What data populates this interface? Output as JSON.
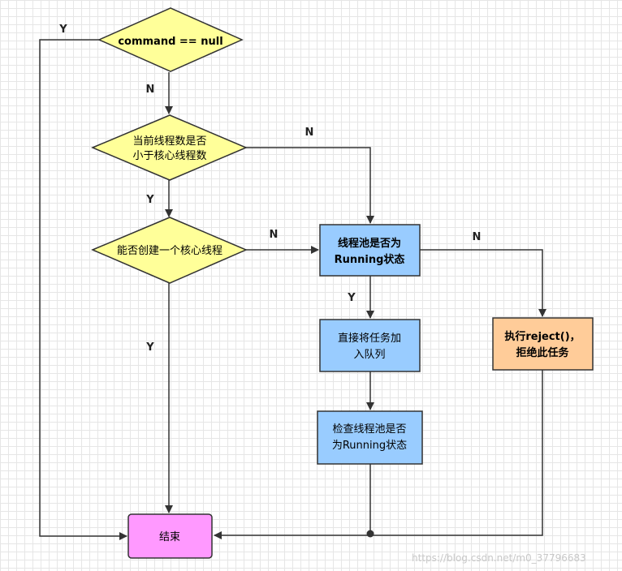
{
  "nodes": {
    "command_null": "command == null",
    "core_count_line1": "当前线程数是否",
    "core_count_line2": "小于核心线程数",
    "create_core": "能否创建一个核心线程",
    "is_running_line1": "线程池是否为",
    "is_running_line2": "Running状态",
    "enqueue_line1": "直接将任务加",
    "enqueue_line2": "入队列",
    "recheck_line1": "检查线程池是否",
    "recheck_line2": "为Running状态",
    "reject_line1": "执行reject()，",
    "reject_line2": "拒绝此任务",
    "end": "结束"
  },
  "edge_labels": {
    "command_yes": "Y",
    "command_no": "N",
    "core_count_no": "N",
    "core_count_yes": "Y",
    "create_no": "N",
    "create_yes": "Y",
    "running_no": "N",
    "running_yes": "Y"
  },
  "colors": {
    "decision": "#ffff99",
    "process": "#99ccff",
    "reject": "#ffcc99",
    "end": "#ff99ff",
    "stroke": "#333333"
  },
  "watermark": "https://blog.csdn.net/m0_37796683"
}
